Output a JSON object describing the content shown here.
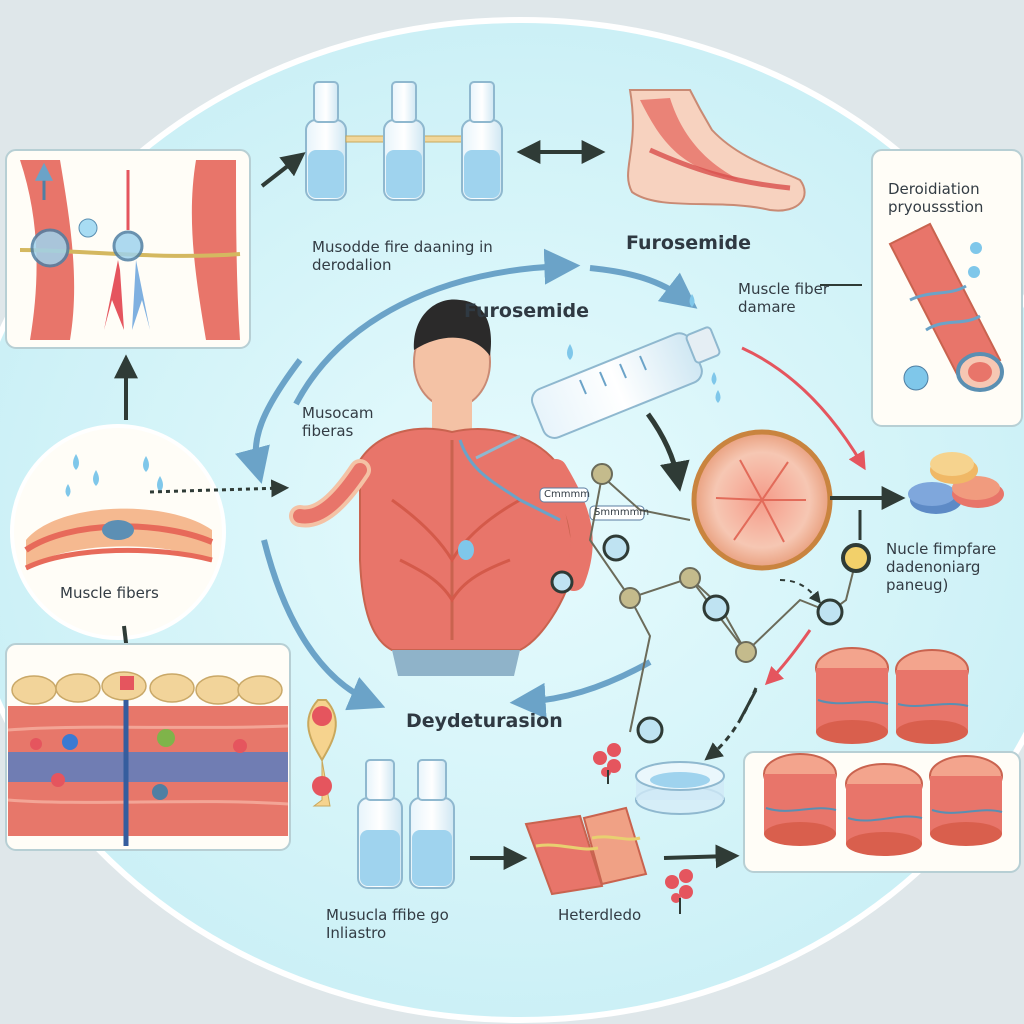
{
  "labels": {
    "top_left_caption": [
      "Musodde fire daaning in",
      "derodalion"
    ],
    "furosemide_top": "Furosemide",
    "furosemide_center": "Furosemide",
    "muscle_damage_right": [
      "Muscle fiber",
      "damare"
    ],
    "right_panel_caption": [
      "Deroidiation",
      "pryoussstion"
    ],
    "left_caption_fibers": [
      "Musocam",
      "fiberas"
    ],
    "muscle_fibers_circle": "Muscle fibers",
    "right_mid_caption": [
      "Nucle fimpfare",
      "dadenoniarg",
      "paneug)"
    ],
    "dehydration_center": "Deydeturasion",
    "bottom_caption_left": [
      "Musucla ffibe go",
      "Inliastro"
    ],
    "bottom_caption_mid": "Heterdledo",
    "syringe_tag_1": "Cmmmm",
    "syringe_tag_2": "Smmmmm"
  },
  "colors": {
    "background": "#dfe7ea",
    "oval_fill": "#d6f4f9",
    "muscle": "#e86a5c",
    "water": "#8fd3ea",
    "arrow_blue": "#6ba3c8",
    "arrow_dark": "#2f3b36",
    "arrow_red": "#e5555e"
  },
  "icons": [
    "vial-icon",
    "foot-muscle-icon",
    "syringe-icon",
    "muscle-cross-section-icon",
    "pill-icon",
    "water-drop-icon",
    "muscle-roll-icon",
    "human-back-icon"
  ]
}
